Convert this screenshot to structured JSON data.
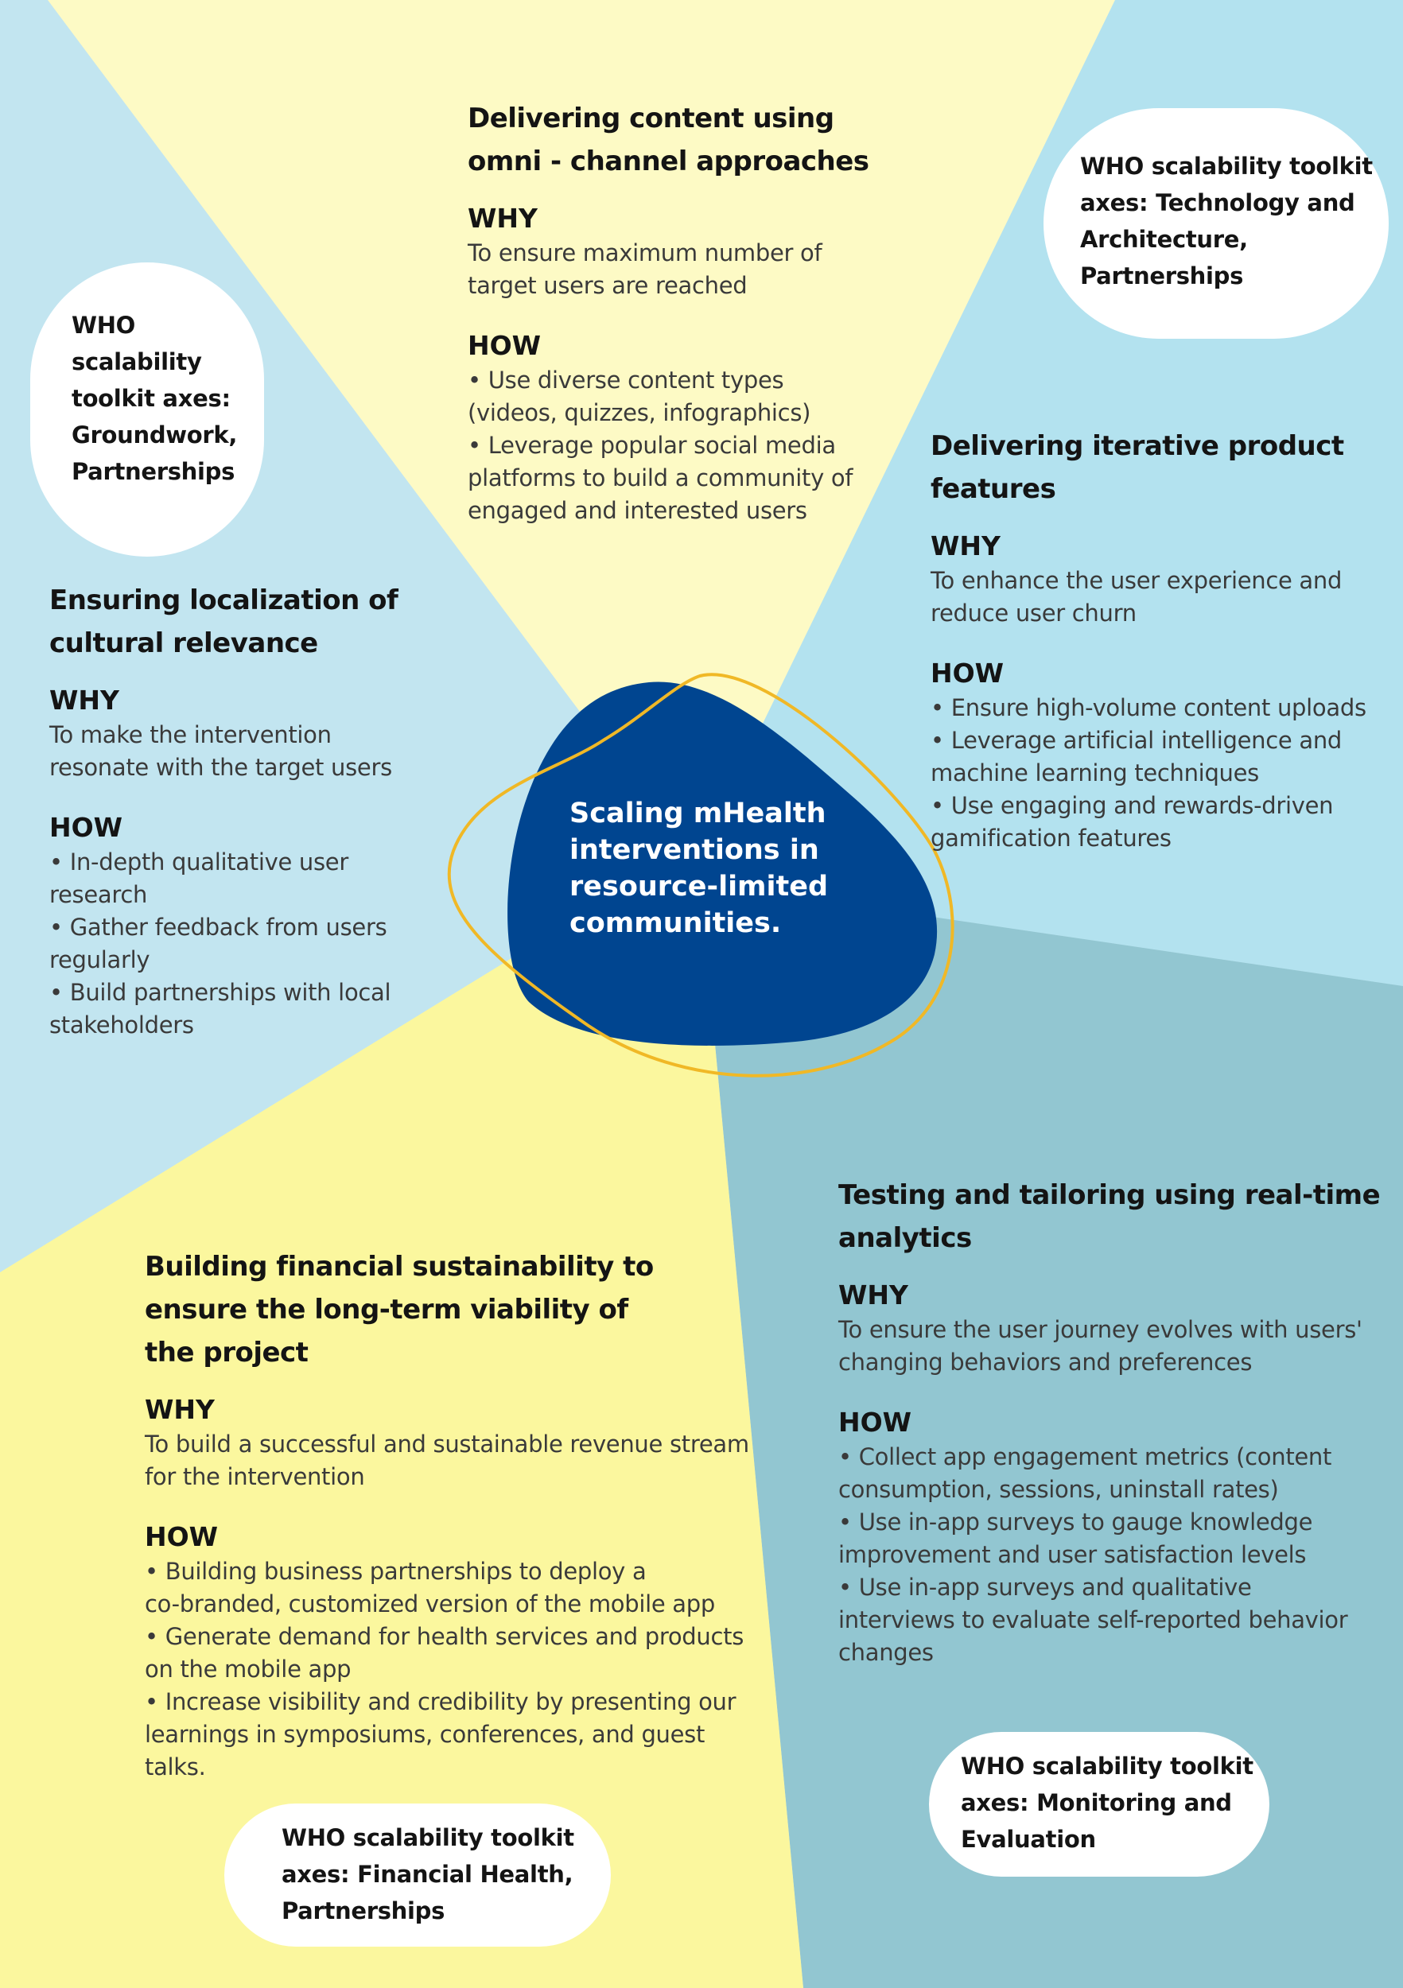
{
  "center": {
    "lines": [
      "Scaling mHealth",
      "interventions in",
      "resource-limited",
      "communities."
    ]
  },
  "sections": {
    "top": {
      "title": [
        "Delivering content using",
        "omni - channel approaches"
      ],
      "why_label": "WHY",
      "why": [
        "To ensure maximum number of",
        "target users are reached"
      ],
      "how_label": "HOW",
      "how": [
        "• Use diverse content types",
        "(videos, quizzes, infographics)",
        "• Leverage popular social media",
        "platforms to build a community of",
        "engaged and interested users"
      ]
    },
    "left": {
      "title": [
        "Ensuring localization of",
        "cultural relevance"
      ],
      "why_label": "WHY",
      "why": [
        "To make the intervention",
        "resonate with the target users"
      ],
      "how_label": "HOW",
      "how": [
        "• In-depth qualitative user",
        "research",
        "• Gather feedback from users",
        "regularly",
        "• Build partnerships with local",
        "stakeholders"
      ]
    },
    "right": {
      "title": [
        "Delivering iterative product",
        "features"
      ],
      "why_label": "WHY",
      "why": [
        "To enhance the user experience and",
        "reduce user churn"
      ],
      "how_label": "HOW",
      "how": [
        "• Ensure high-volume content uploads",
        "• Leverage artificial intelligence and",
        "machine learning techniques",
        "• Use engaging and rewards-driven",
        "gamification features"
      ]
    },
    "bottom_left": {
      "title": [
        "Building financial sustainability to",
        "ensure the long-term viability of",
        "the project"
      ],
      "why_label": "WHY",
      "why": [
        "To build a successful and sustainable revenue stream",
        "for the intervention"
      ],
      "how_label": "HOW",
      "how": [
        "• Building business partnerships to deploy  a",
        "co-branded, customized version of the mobile app",
        "• Generate demand for health services and products",
        "on the mobile app",
        "• Increase visibility and credibility by presenting our",
        "learnings in symposiums, conferences, and guest",
        "talks."
      ]
    },
    "bottom_right": {
      "title": [
        "Testing and tailoring using real-time",
        "analytics"
      ],
      "why_label": "WHY",
      "why": [
        "To ensure the user journey evolves with users'",
        "changing behaviors and preferences"
      ],
      "how_label": "HOW",
      "how": [
        "• Collect app engagement metrics (content",
        "consumption, sessions, uninstall rates)",
        "• Use in-app surveys to gauge knowledge",
        "improvement and user satisfaction levels",
        "• Use in-app surveys and qualitative",
        "interviews to evaluate self-reported behavior",
        "changes"
      ]
    }
  },
  "bubbles": {
    "left": [
      "WHO",
      "scalability",
      "toolkit axes:",
      "Groundwork,",
      "Partnerships"
    ],
    "top_right": [
      "WHO scalability toolkit",
      "axes: Technology and",
      "Architecture,",
      "Partnerships"
    ],
    "bottom_left": [
      "WHO scalability toolkit",
      "axes: Financial Health,",
      "Partnerships"
    ],
    "bottom_right": [
      "WHO scalability toolkit",
      "axes: Monitoring and",
      "Evaluation"
    ]
  },
  "colors": {
    "light_blue": "#c2e5f0",
    "sky_blue": "#b3e2ef",
    "pale_yellow": "#fdfac5",
    "yellow": "#fbf79e",
    "teal": "#92c6d1",
    "navy_blob": "#004590",
    "outline": "#f0b826"
  }
}
